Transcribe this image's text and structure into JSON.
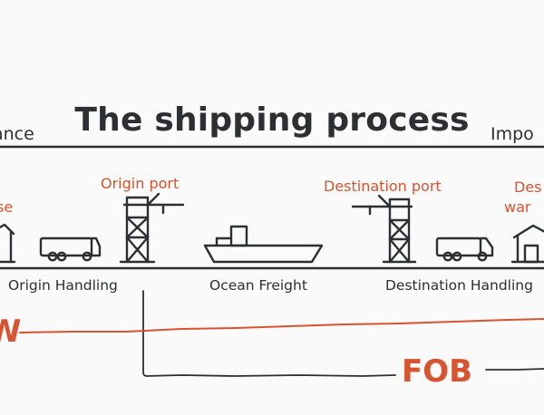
{
  "title": "The shipping process",
  "edge_labels": {
    "left": "ance",
    "right": "Impo"
  },
  "port_labels": {
    "origin_port": "Origin port",
    "destination_port": "Destination port",
    "left_fragment": "se",
    "right_fragment_1": "Des",
    "right_fragment_2": "war"
  },
  "stages": [
    "Origin Handling",
    "Ocean Freight",
    "Destination Handling"
  ],
  "incoterms": {
    "left_fragment": "W",
    "fob": "FOB"
  },
  "colors": {
    "ink": "#2e2f33",
    "accent": "#d8532f",
    "background": "#fafafa"
  }
}
